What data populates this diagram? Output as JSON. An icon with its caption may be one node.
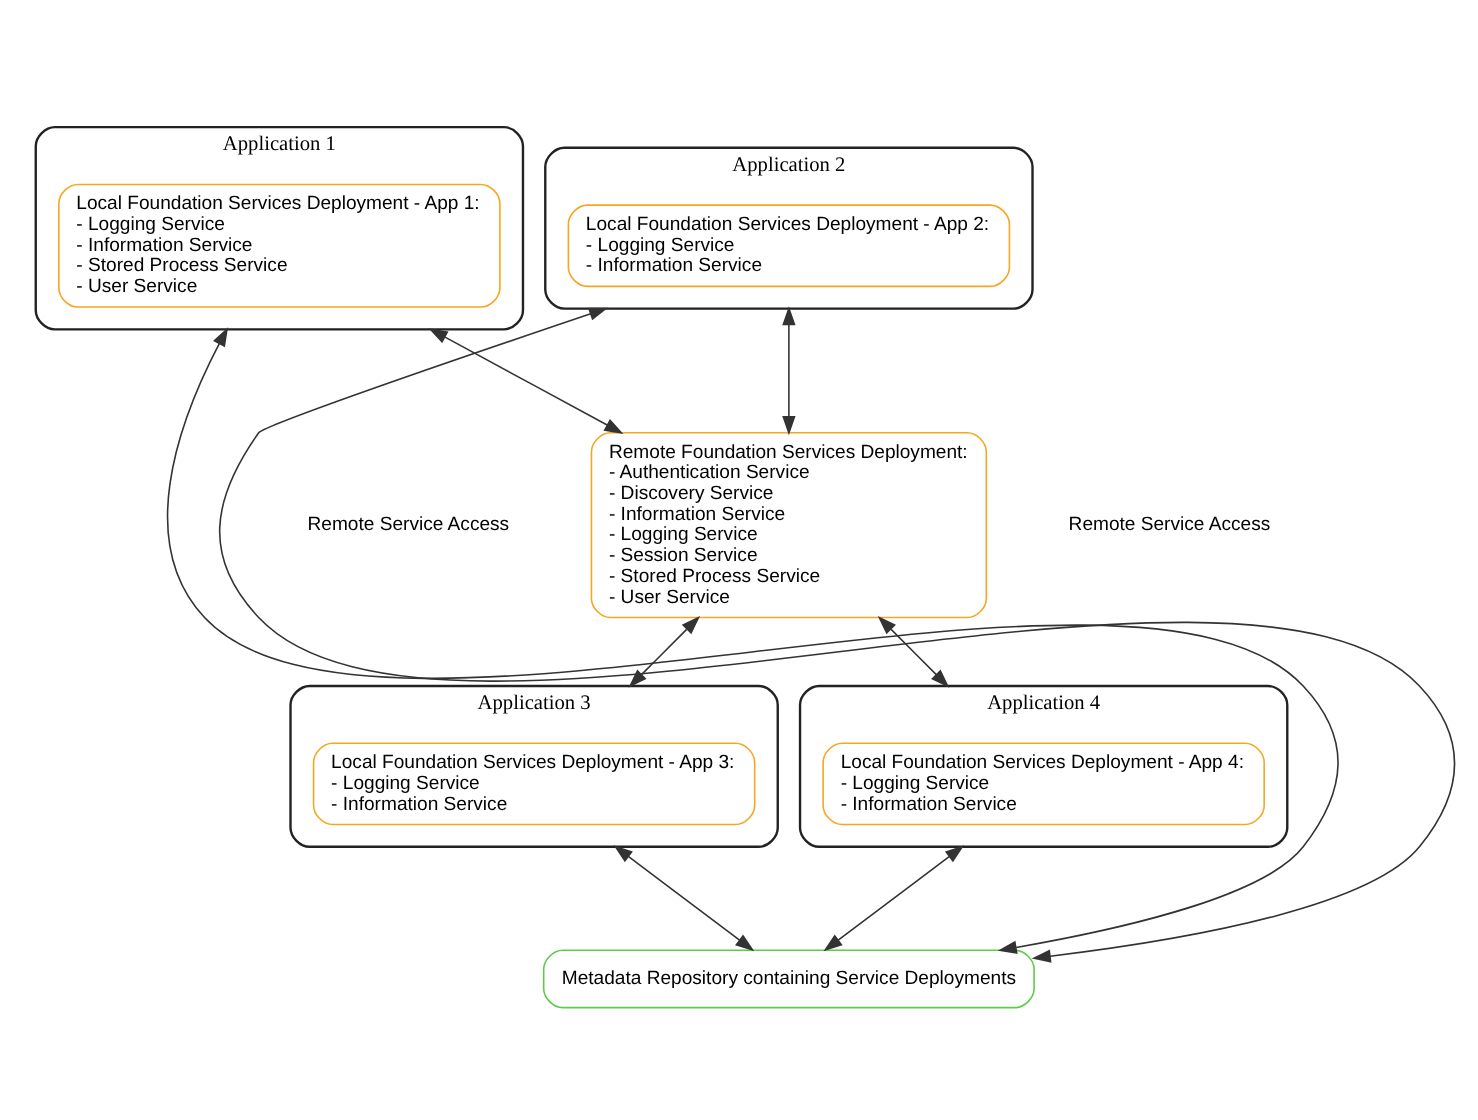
{
  "diagram": {
    "nodes": [
      {
        "text": [
          "Application 1"
        ]
      },
      {
        "text": [
          "Local Foundation Services Deployment - App 1:",
          "- Logging Service",
          "- Information Service",
          "- Stored Process Service",
          "- User Service"
        ],
        "in": 0
      },
      {
        "text": [
          "Application 2"
        ]
      },
      {
        "text": [
          "Local Foundation Services Deployment - App 2:",
          "- Logging Service",
          "- Information Service"
        ],
        "in": 2
      },
      {
        "text": [
          "Remote Foundation Services Deployment:",
          "- Authentication Service",
          "- Discovery Service",
          "- Information Service",
          "- Logging Service",
          "- Session Service",
          "- Stored Process Service",
          "- User Service"
        ]
      },
      {
        "text": [
          "Application 3"
        ]
      },
      {
        "text": [
          "Local Foundation Services Deployment - App 3:",
          "- Logging Service",
          "- Information Service"
        ],
        "in": 5
      },
      {
        "text": [
          "Application 4"
        ]
      },
      {
        "text": [
          "Local Foundation Services Deployment - App 4:",
          "- Logging Service",
          "- Information Service"
        ],
        "in": 7
      },
      {
        "text": [
          "Metadata Repository containing Service Deployments"
        ]
      }
    ],
    "edges": [
      {
        "from": 0,
        "to": 4,
        "arrow": "both"
      },
      {
        "from": 2,
        "to": 4,
        "arrow": "both"
      },
      {
        "from": 4,
        "to": 5,
        "arrow": "both"
      },
      {
        "from": 4,
        "to": 7,
        "arrow": "both"
      },
      {
        "from": 5,
        "to": 9,
        "arrow": "both"
      },
      {
        "from": 7,
        "to": 9,
        "arrow": "both"
      },
      {
        "from": 0,
        "to": 9,
        "arrow": "both"
      },
      {
        "from": 2,
        "to": 9,
        "arrow": "both"
      }
    ],
    "labels": [
      "Remote Service Access",
      "Remote Service Access"
    ]
  }
}
